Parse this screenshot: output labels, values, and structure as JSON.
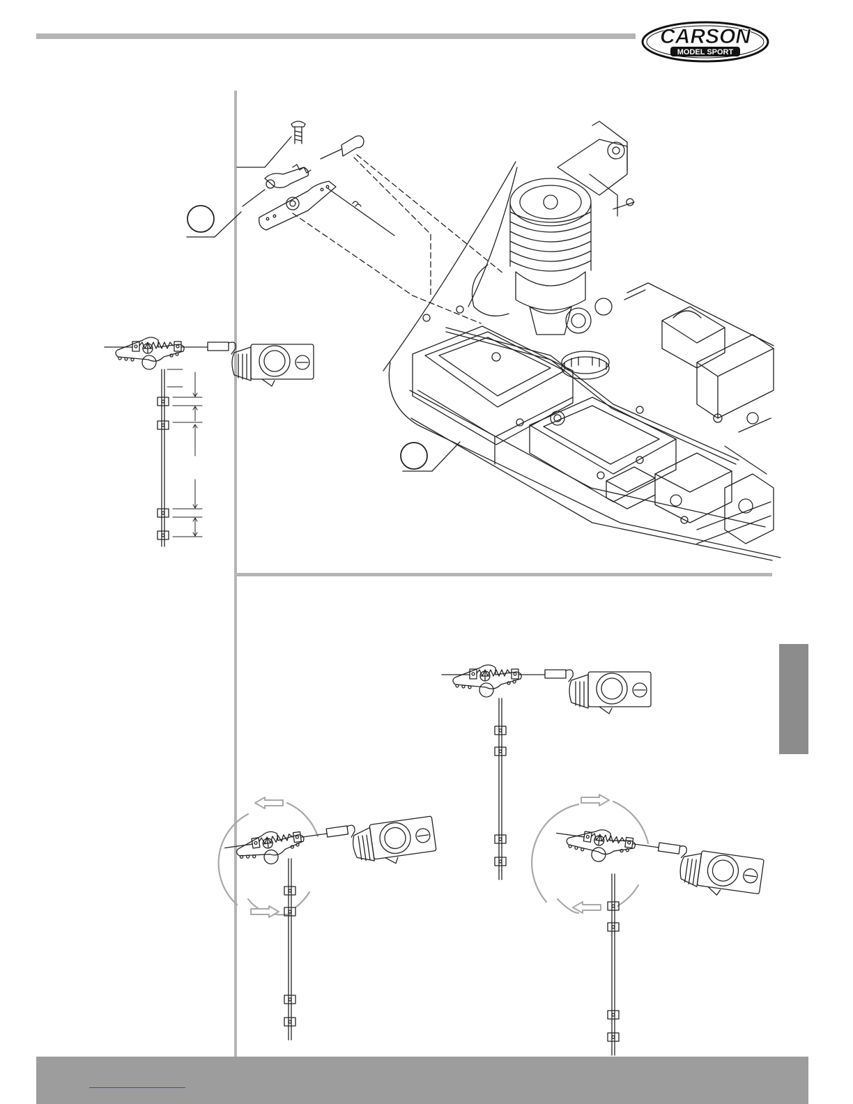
{
  "brand": {
    "logo_text": "CARSON",
    "logo_subtext": "MODEL SPORT"
  },
  "colors": {
    "rule_gray": "#b5b5b5",
    "tab_gray": "#8c8c8c",
    "footer_gray": "#9d9d9d",
    "line_art": "#222222",
    "arrow_gray": "#a8a8a8",
    "link_blue": "#2c4bd6"
  },
  "icons": {
    "callout_left": "callout-circle",
    "callout_right": "callout-circle",
    "rotate_left": "arrow-left-icon",
    "rotate_right": "arrow-right-icon"
  }
}
